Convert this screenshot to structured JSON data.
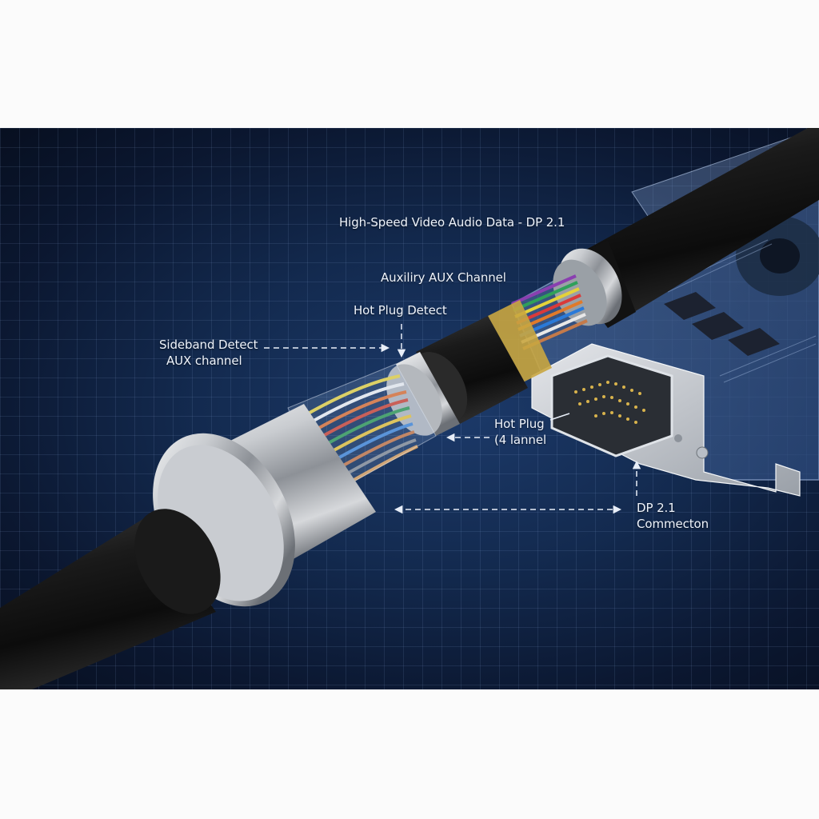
{
  "diagram": {
    "subject": "DisplayPort 2.1 cable cutaway connected to graphics card",
    "colors": {
      "background_dark": "#0b1730",
      "background_mid": "#1c3a6a",
      "grid_line": "#8caadc",
      "label_text": "#eef3fb",
      "cable_jacket": "#141414",
      "metal_sleeve": "#c4c8cc",
      "gold_band": "#c9a640"
    },
    "labels": {
      "high_speed": "High-Speed Video Audio Data   - DP 2.1",
      "auxiliary": "Auxiliry AUX Channel",
      "hot_plug_detect": "Hot Plug Detect",
      "sideband_line1": "Sideband Detect",
      "sideband_line2": "AUX channel",
      "hot_plug_line1": "Hot Plug",
      "hot_plug_line2": "(4 lannel",
      "connection_line1": "DP 2.1",
      "connection_line2": "Commecton"
    },
    "components": [
      "cable-jacket",
      "metal-ferrule",
      "exposed-colored-wires",
      "shield-sleeve",
      "gold-foil-band",
      "graphics-card",
      "display-port-connector",
      "mounting-bracket",
      "cooling-fan",
      "memory-chips"
    ]
  }
}
